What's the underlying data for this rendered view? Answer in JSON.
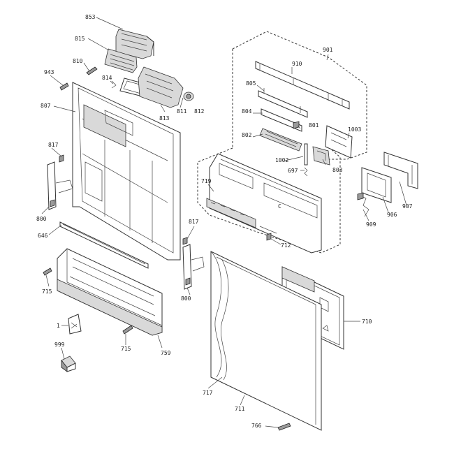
{
  "labels": {
    "p853": "853",
    "p815": "815",
    "p810": "810",
    "p943": "943",
    "p814": "814",
    "p811": "811",
    "p812": "812",
    "p813": "813",
    "p807a": "807",
    "p817a": "817",
    "p800a": "800",
    "p646": "646",
    "p715a": "715",
    "p1": "1",
    "p999": "999",
    "p715b": "715",
    "p759": "759",
    "p817b": "817",
    "p800b": "800",
    "p901": "901",
    "p910": "910",
    "p805": "805",
    "p804": "804",
    "p801": "801",
    "p1003": "1003",
    "p802": "802",
    "p1002": "1002",
    "p697": "697",
    "p803": "803",
    "p719": "719",
    "p712": "712",
    "p906": "906",
    "p907": "907",
    "p909": "909",
    "p710": "710",
    "p717": "717",
    "p711": "711",
    "p766": "766"
  }
}
